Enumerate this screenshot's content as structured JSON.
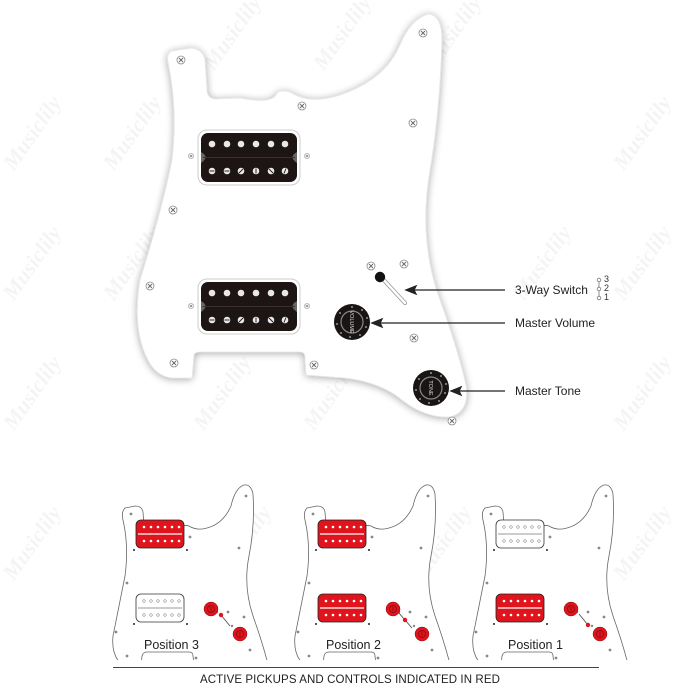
{
  "watermark": "Musiclily",
  "callouts": [
    {
      "label": "3-Way Switch"
    },
    {
      "label": "Master Volume"
    },
    {
      "label": "Master Tone"
    }
  ],
  "switch_legend": [
    "3",
    "2",
    "1"
  ],
  "knobs": {
    "volume": "VOLUME",
    "tone": "TONE"
  },
  "positions": [
    {
      "label": "Position 3",
      "neck_active": true,
      "bridge_active": false
    },
    {
      "label": "Position 2",
      "neck_active": true,
      "bridge_active": true
    },
    {
      "label": "Position 1",
      "neck_active": false,
      "bridge_active": true
    }
  ],
  "footer": "ACTIVE PICKUPS AND CONTROLS INDICATED IN RED",
  "colors": {
    "active": "#e0141c",
    "pickup_black": "#1c1514",
    "pickguard": "#ffffff",
    "outline": "#555555"
  }
}
